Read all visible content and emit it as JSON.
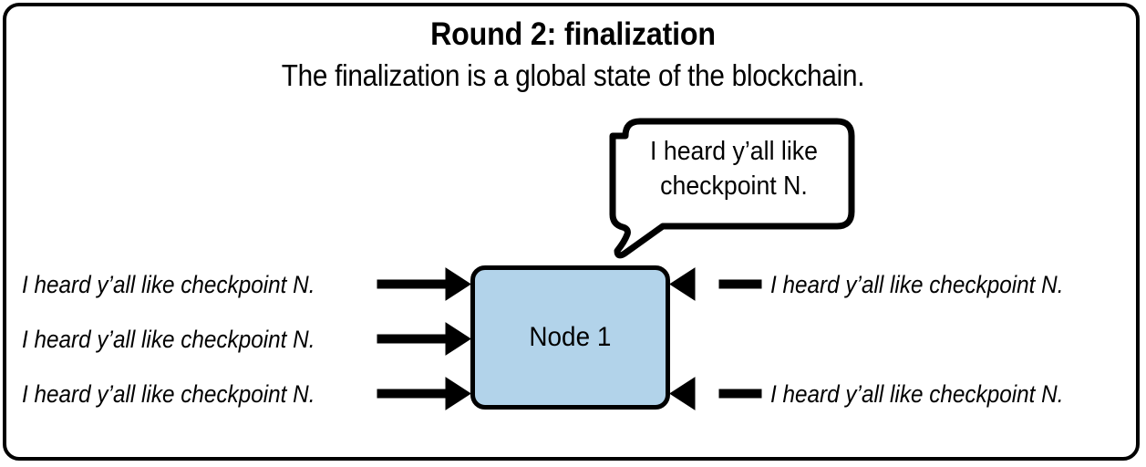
{
  "figure": {
    "title": "Round 2: finalization",
    "subtitle": "The finalization is a global state of the blockchain.",
    "background_color": "#ffffff",
    "border_color": "#000000"
  },
  "speech_bubble": {
    "text": "I heard y’all like\ncheckpoint N.",
    "fill_color": "#ffffff",
    "stroke_color": "#000000",
    "tail_direction": "down-left"
  },
  "node": {
    "label": "Node 1",
    "fill_color": "#b2d3ea",
    "stroke_color": "#000000"
  },
  "messages": {
    "left": [
      {
        "text": "I heard y’all like checkpoint N.",
        "direction": "right"
      },
      {
        "text": "I heard y’all like checkpoint N.",
        "direction": "right"
      },
      {
        "text": "I heard y’all like checkpoint N.",
        "direction": "right"
      }
    ],
    "right": [
      {
        "text": "I heard y’all like checkpoint N.",
        "direction": "left"
      },
      {
        "text": "I heard y’all like checkpoint N.",
        "direction": "left"
      }
    ]
  }
}
